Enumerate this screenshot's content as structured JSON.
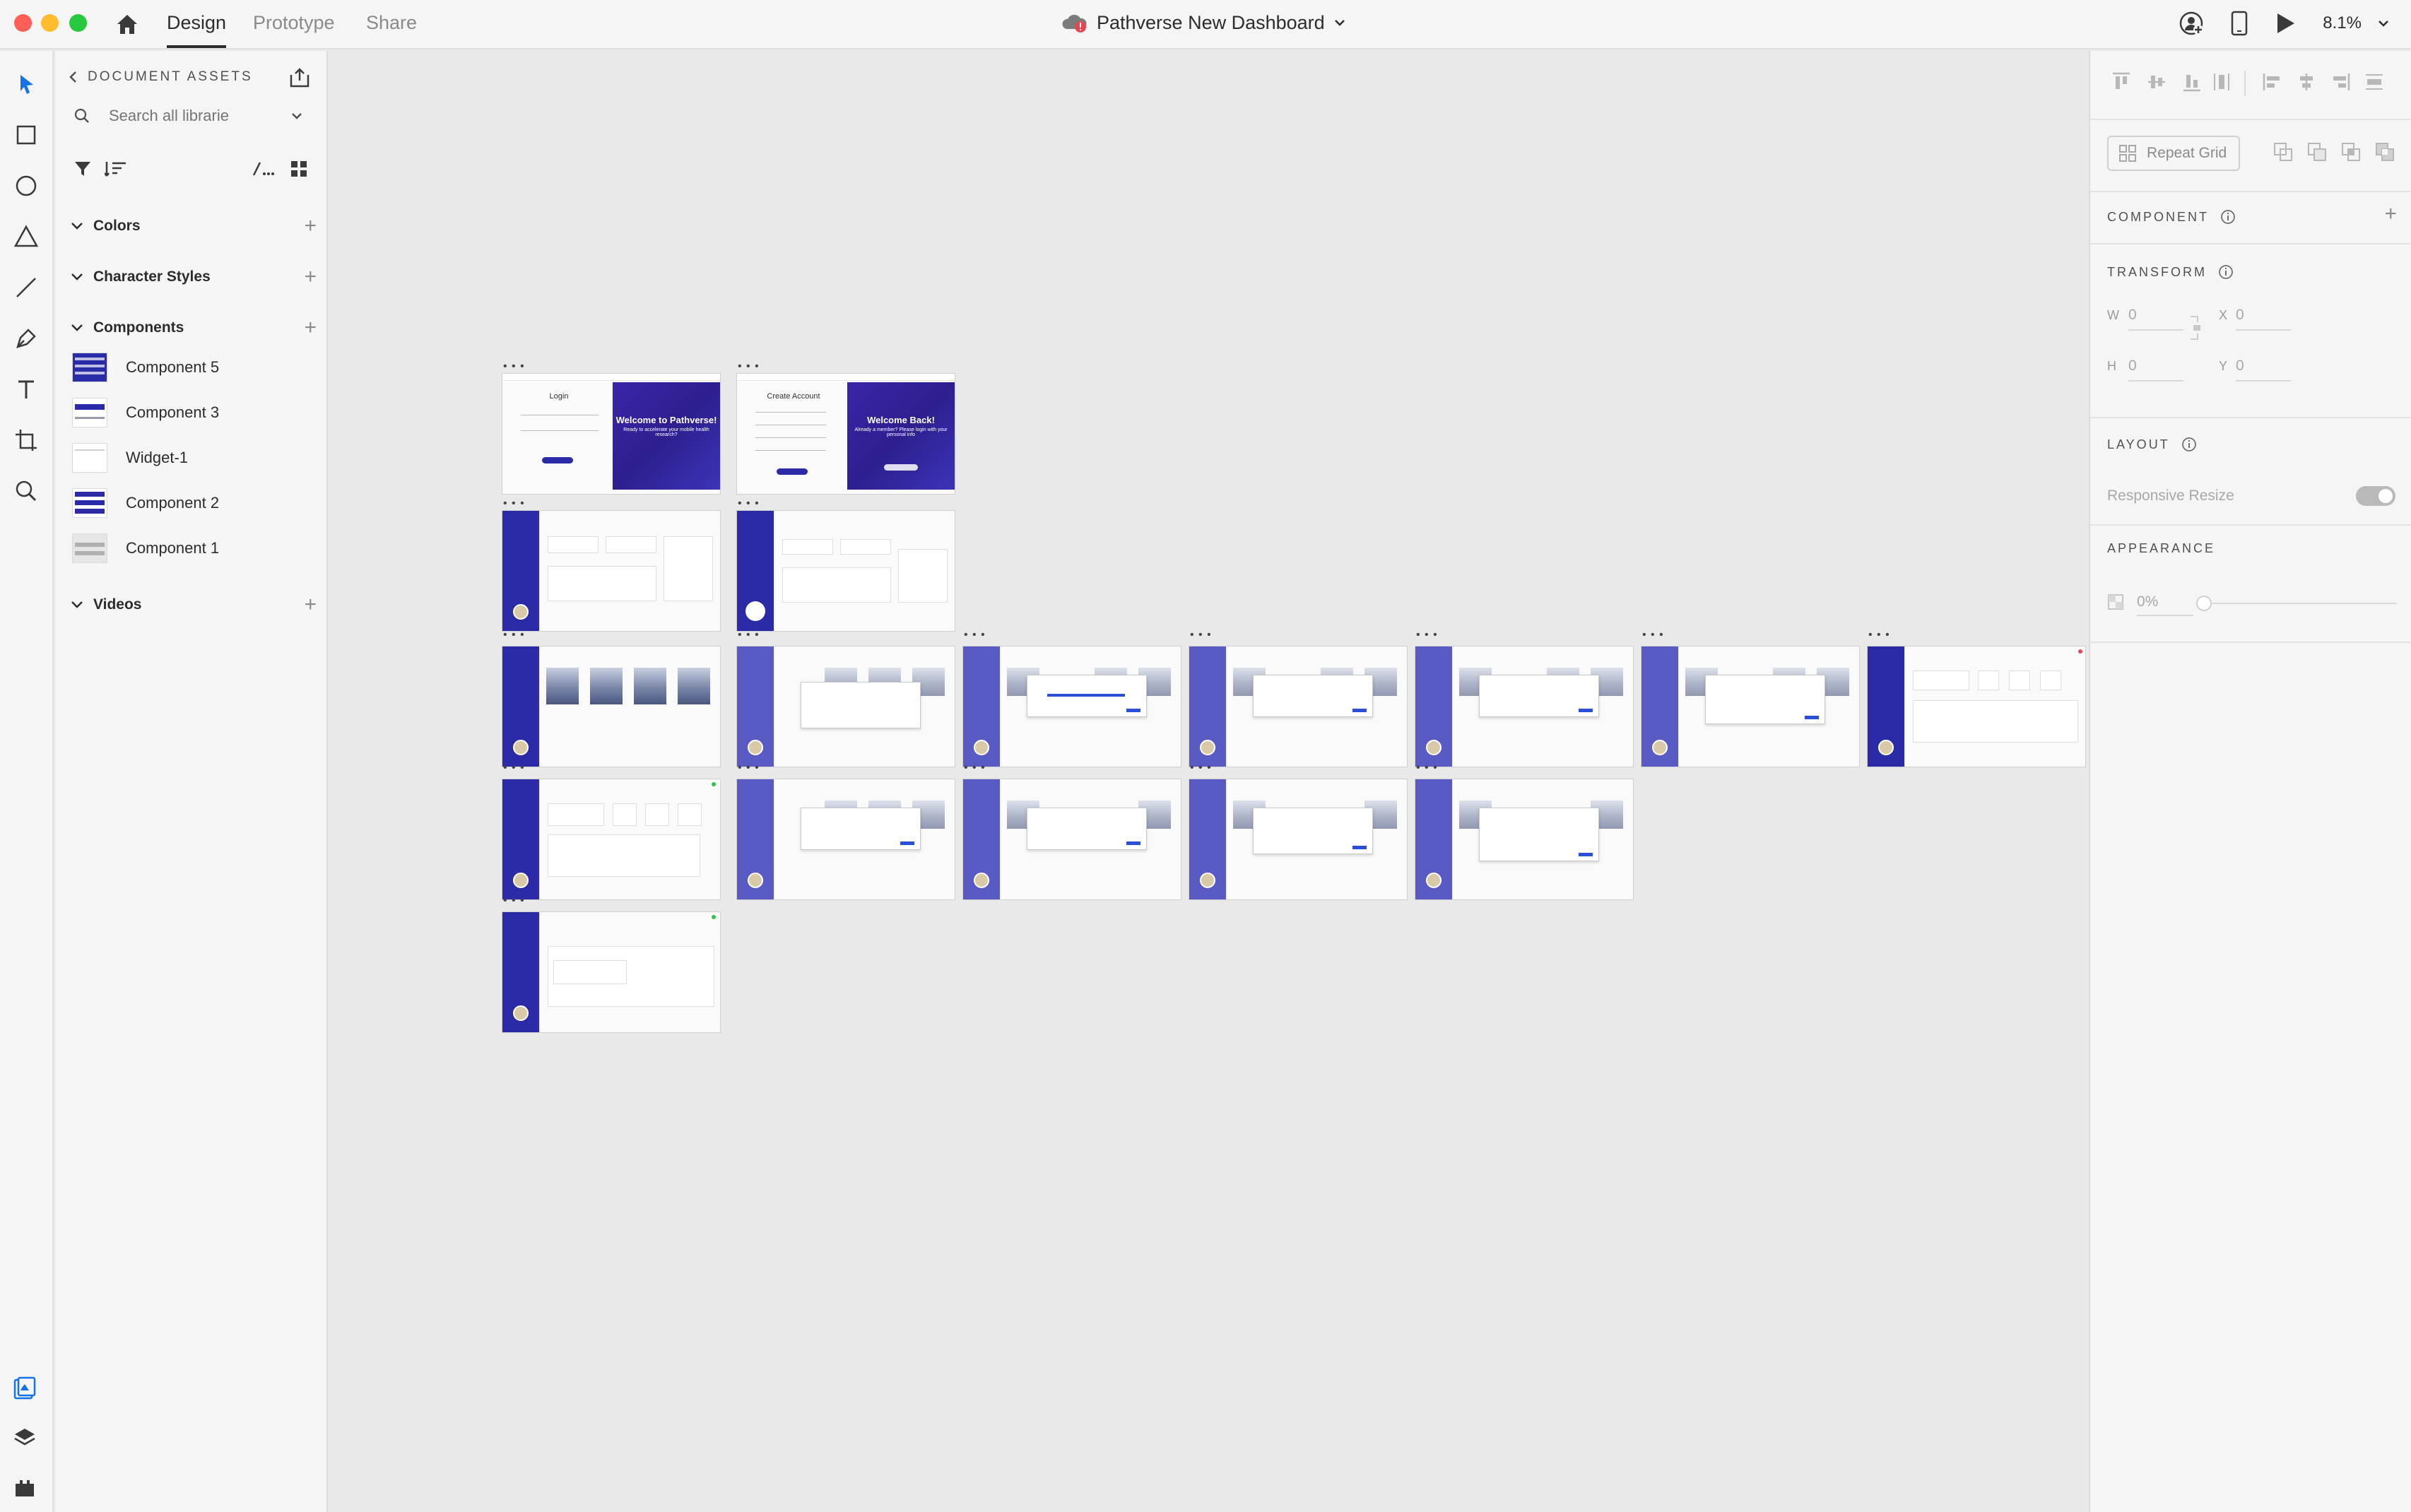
{
  "titlebar": {
    "tabs": [
      "Design",
      "Prototype",
      "Share"
    ],
    "document_title": "Pathverse New Dashboard",
    "zoom": "8.1%"
  },
  "assets": {
    "header": "DOCUMENT ASSETS",
    "search_placeholder": "Search all librarie",
    "sections": {
      "colors": "Colors",
      "character_styles": "Character Styles",
      "components": "Components",
      "videos": "Videos"
    },
    "components": [
      {
        "name": "Component 5"
      },
      {
        "name": "Component 3"
      },
      {
        "name": "Widget-1"
      },
      {
        "name": "Component 2"
      },
      {
        "name": "Component 1"
      }
    ]
  },
  "artboards": {
    "login": {
      "form_title": "Login",
      "hero_title": "Welcome to Pathverse!",
      "hero_subtitle": "Ready to accelerate your mobile health research?"
    },
    "signup": {
      "form_title": "Create Account",
      "hero_title": "Welcome Back!",
      "hero_subtitle": "Already a member? Please login with your personal info"
    }
  },
  "properties": {
    "repeat_grid": "Repeat Grid",
    "component": "COMPONENT",
    "transform": "TRANSFORM",
    "w_label": "W",
    "w_value": "0",
    "x_label": "X",
    "x_value": "0",
    "h_label": "H",
    "h_value": "0",
    "y_label": "Y",
    "y_value": "0",
    "layout": "LAYOUT",
    "responsive_resize": "Responsive Resize",
    "appearance": "APPEARANCE",
    "opacity": "0%"
  },
  "colors": {
    "brand_sidebar": "#2b2ba8",
    "hero_purple": "#3a25a8",
    "accent_blue": "#2b50d8"
  }
}
